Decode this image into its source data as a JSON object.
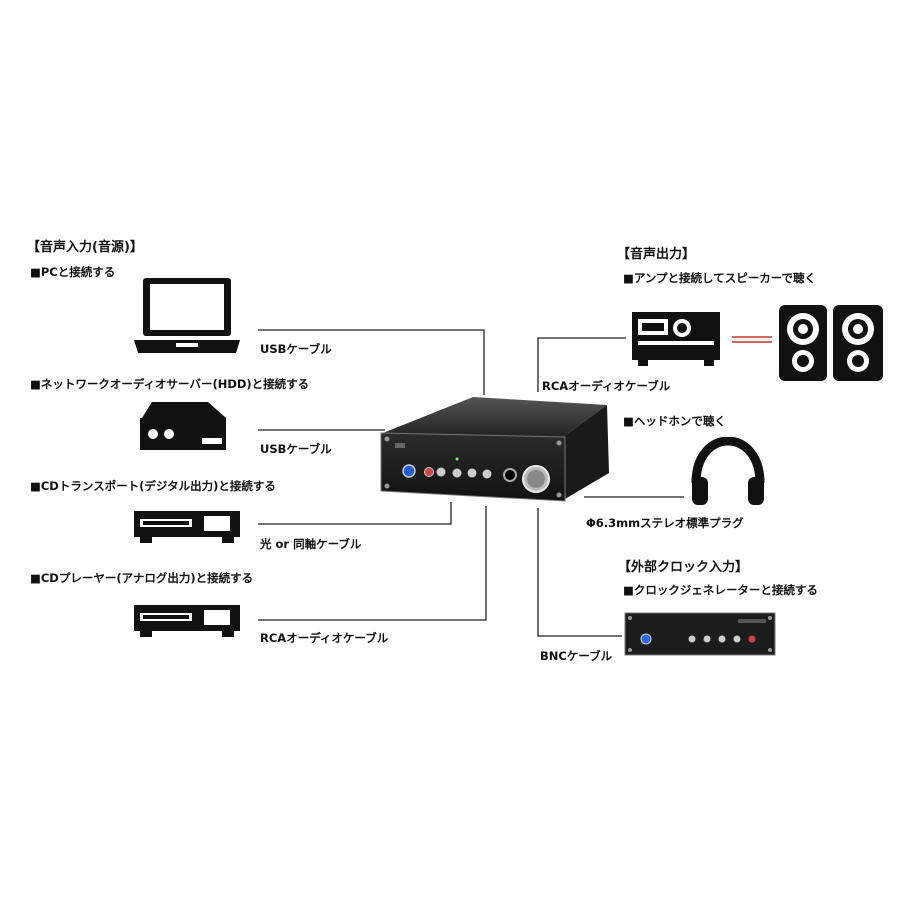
{
  "input_section": {
    "heading": "【音声入力(音源)】",
    "sources": [
      {
        "label": "■PCと接続する",
        "cable": "USBケーブル",
        "icon": "laptop-icon"
      },
      {
        "label": "■ネットワークオーディオサーバー(HDD)と接続する",
        "cable": "USBケーブル",
        "icon": "network-server-icon"
      },
      {
        "label": "■CDトランスポート(デジタル出力)と接続する",
        "cable": "光 or 同軸ケーブル",
        "icon": "cd-transport-icon"
      },
      {
        "label": "■CDプレーヤー(アナログ出力)と接続する",
        "cable": "RCAオーディオケーブル",
        "icon": "cd-player-icon"
      }
    ]
  },
  "output_section": {
    "heading": "【音声出力】",
    "amp_label": "■アンプと接続してスピーカーで聴く",
    "amp_cable": "RCAオーディオケーブル",
    "headphone_label": "■ヘッドホンで聴く",
    "headphone_cable": "Φ6.3mmステレオ標準プラグ"
  },
  "clock_section": {
    "heading": "【外部クロック入力】",
    "label": "■クロックジェネレーターと接続する",
    "cable": "BNCケーブル"
  },
  "colors": {
    "text": "#111111",
    "line": "#222222",
    "speaker_cable": "#c0392b",
    "device_body": "#2a2a2a"
  }
}
